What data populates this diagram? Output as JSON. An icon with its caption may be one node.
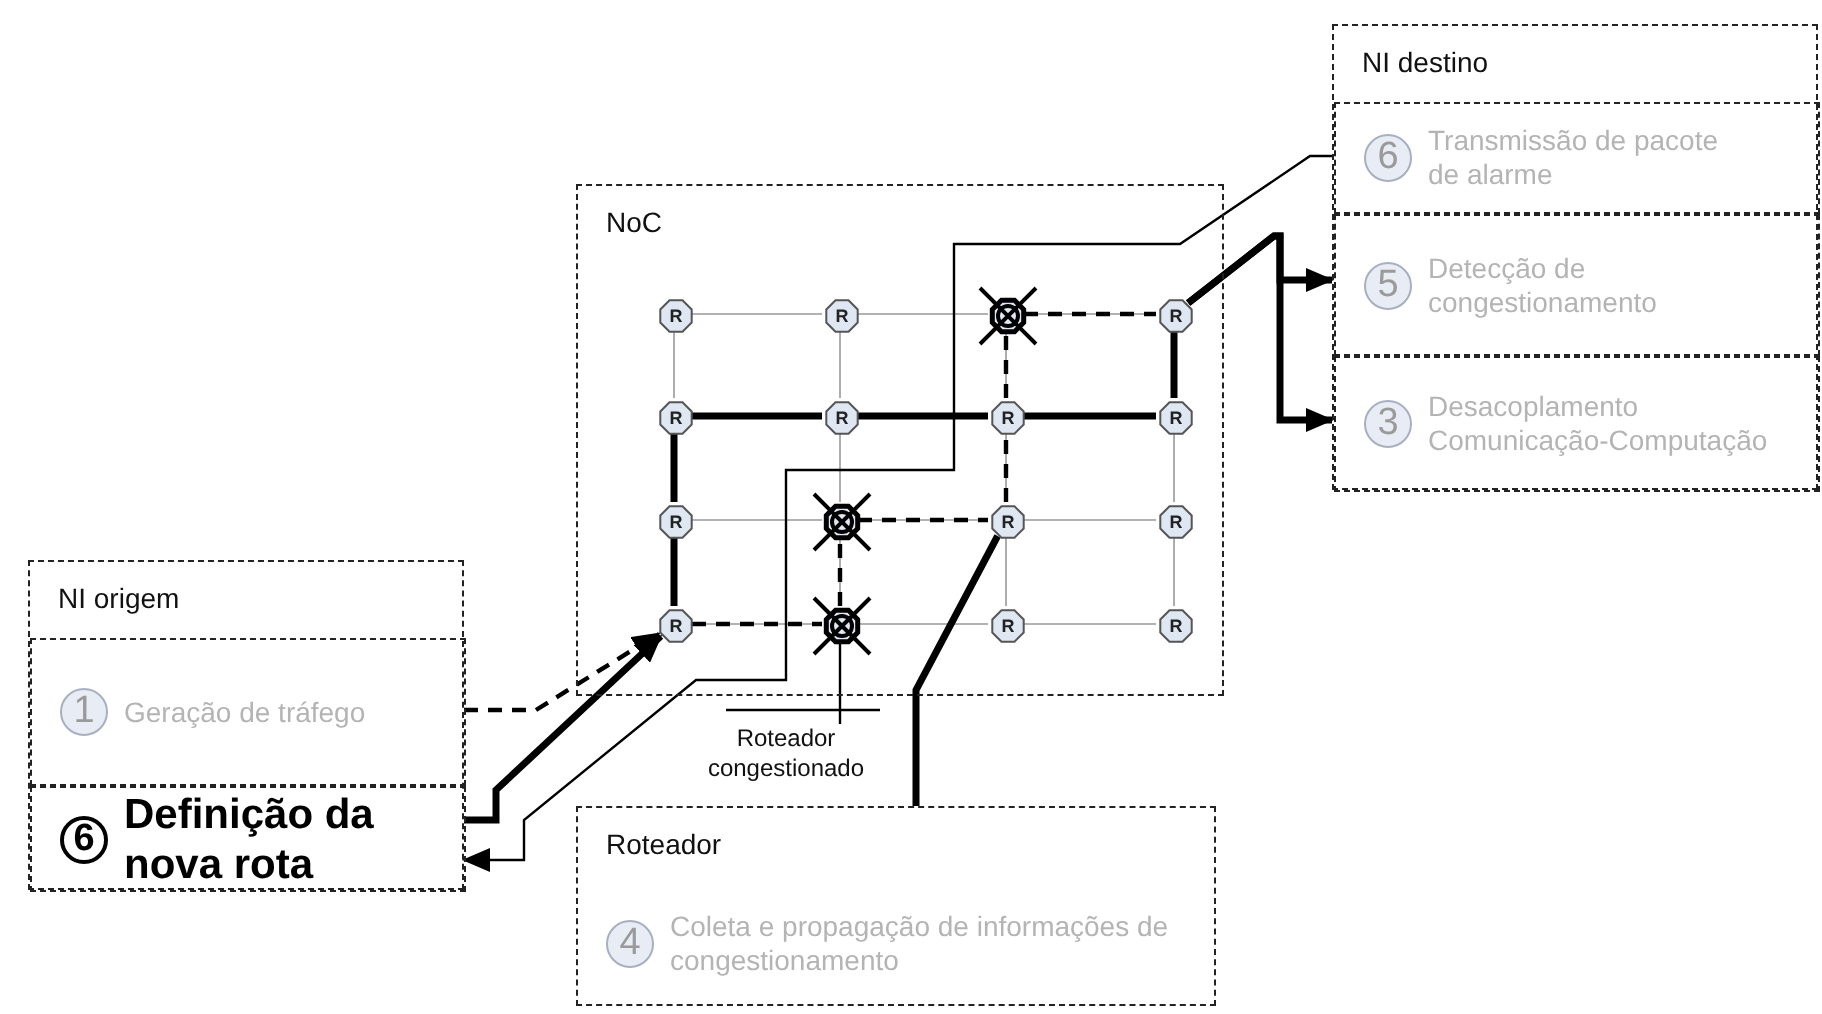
{
  "diagram": {
    "nodes": [
      {
        "text": [
          "NI origem"
        ]
      },
      {
        "text": [
          "1",
          "Geração de tráfego"
        ],
        "in": 0
      },
      {
        "text": [
          "6",
          "Definição da nova rota"
        ],
        "in": 0
      },
      {
        "text": [
          "NoC"
        ]
      },
      {
        "text": [
          "R"
        ],
        "in": 3
      },
      {
        "text": [
          "R"
        ],
        "in": 3
      },
      {
        "text": [],
        "shape": "octagon",
        "in": 3
      },
      {
        "text": [
          "R"
        ],
        "in": 3
      },
      {
        "text": [
          "R"
        ],
        "in": 3
      },
      {
        "text": [
          "R"
        ],
        "in": 3
      },
      {
        "text": [
          "R"
        ],
        "in": 3
      },
      {
        "text": [
          "R"
        ],
        "in": 3
      },
      {
        "text": [
          "R"
        ],
        "in": 3
      },
      {
        "text": [],
        "shape": "octagon",
        "in": 3
      },
      {
        "text": [
          "R"
        ],
        "in": 3
      },
      {
        "text": [
          "R"
        ],
        "in": 3
      },
      {
        "text": [
          "R"
        ],
        "in": 3
      },
      {
        "text": [],
        "shape": "octagon",
        "in": 3
      },
      {
        "text": [
          "R"
        ],
        "in": 3
      },
      {
        "text": [
          "R"
        ],
        "in": 3
      },
      {
        "text": [
          "Roteador congestionado"
        ]
      },
      {
        "text": [
          "NI destino"
        ]
      },
      {
        "text": [
          "6",
          "Transmissão de pacote de alarme"
        ],
        "in": 21
      },
      {
        "text": [
          "5",
          "Detecção de congestionamento"
        ],
        "in": 21
      },
      {
        "text": [
          "3",
          "Desacoplamento Comunicação-Computação"
        ],
        "in": 21
      },
      {
        "text": [
          "Roteador",
          "4",
          "Coleta e propagação de informações de congestionamento"
        ]
      }
    ],
    "edges": [
      {
        "from": 4,
        "to": 5,
        "arrow": "none",
        "color": "#999999"
      },
      {
        "from": 5,
        "to": 6,
        "arrow": "none",
        "color": "#999999"
      },
      {
        "from": 6,
        "to": 7,
        "arrow": "none",
        "color": "#999999"
      },
      {
        "from": 12,
        "to": 13,
        "arrow": "none",
        "color": "#999999"
      },
      {
        "from": 13,
        "to": 14,
        "arrow": "none",
        "color": "#999999"
      },
      {
        "from": 14,
        "to": 15,
        "arrow": "none",
        "color": "#999999"
      },
      {
        "from": 16,
        "to": 17,
        "arrow": "none",
        "color": "#999999"
      },
      {
        "from": 17,
        "to": 18,
        "arrow": "none",
        "color": "#999999"
      },
      {
        "from": 18,
        "to": 19,
        "arrow": "none",
        "color": "#999999"
      },
      {
        "from": 4,
        "to": 8,
        "arrow": "none",
        "color": "#999999"
      },
      {
        "from": 5,
        "to": 9,
        "arrow": "none",
        "color": "#999999"
      },
      {
        "from": 9,
        "to": 13,
        "arrow": "none",
        "color": "#999999"
      },
      {
        "from": 13,
        "to": 17,
        "arrow": "none",
        "color": "#999999"
      },
      {
        "from": 6,
        "to": 10,
        "arrow": "none",
        "color": "#999999"
      },
      {
        "from": 10,
        "to": 14,
        "arrow": "none",
        "color": "#999999"
      },
      {
        "from": 14,
        "to": 18,
        "arrow": "none",
        "color": "#999999"
      },
      {
        "from": 11,
        "to": 15,
        "arrow": "none",
        "color": "#999999"
      },
      {
        "from": 15,
        "to": 19,
        "arrow": "none",
        "color": "#999999"
      },
      {
        "from": 1,
        "to": 16,
        "arrow": "to",
        "style": "dashed"
      },
      {
        "from": 16,
        "to": 17,
        "arrow": "none",
        "style": "dashed"
      },
      {
        "from": 17,
        "to": 13,
        "arrow": "none",
        "style": "dashed"
      },
      {
        "from": 13,
        "to": 14,
        "arrow": "none",
        "style": "dashed"
      },
      {
        "from": 14,
        "to": 10,
        "arrow": "none",
        "style": "dashed"
      },
      {
        "from": 10,
        "to": 6,
        "arrow": "none",
        "style": "dashed"
      },
      {
        "from": 6,
        "to": 7,
        "arrow": "none",
        "style": "dashed"
      },
      {
        "from": 2,
        "to": 16,
        "arrow": "to",
        "style": "thick"
      },
      {
        "from": 16,
        "to": 12,
        "arrow": "none",
        "style": "thick"
      },
      {
        "from": 12,
        "to": 8,
        "arrow": "none",
        "style": "thick"
      },
      {
        "from": 8,
        "to": 9,
        "arrow": "none",
        "style": "thick"
      },
      {
        "from": 9,
        "to": 10,
        "arrow": "none",
        "style": "thick"
      },
      {
        "from": 10,
        "to": 11,
        "arrow": "none",
        "style": "thick"
      },
      {
        "from": 11,
        "to": 7,
        "arrow": "none",
        "style": "thick"
      },
      {
        "from": 7,
        "to": 23,
        "arrow": "to",
        "style": "thick"
      },
      {
        "from": 7,
        "to": 24,
        "arrow": "to",
        "style": "thick"
      },
      {
        "from": 22,
        "to": 2,
        "arrow": "to"
      },
      {
        "from": 25,
        "to": 14,
        "arrow": "none",
        "style": "thick"
      },
      {
        "from": 20,
        "to": 17,
        "arrow": "none"
      }
    ]
  }
}
